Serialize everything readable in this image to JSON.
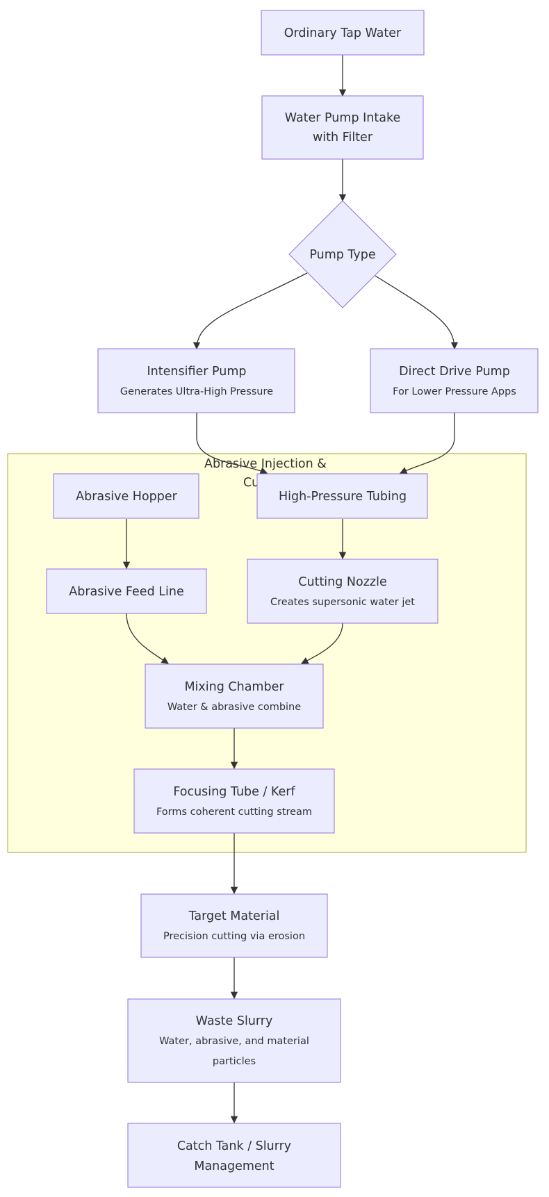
{
  "colors": {
    "node_fill": "#ececff",
    "node_stroke": "#9370db",
    "cluster_fill": "#ffffde",
    "cluster_stroke": "#aaaa33",
    "edge": "#333333",
    "text": "#333333"
  },
  "cluster": {
    "title_line1": "Abrasive Injection &",
    "title_line2": "Cutting"
  },
  "nodes": {
    "tap_water": {
      "title": "Ordinary Tap Water"
    },
    "pump_intake": {
      "title_line1": "Water Pump Intake",
      "title_line2": "with Filter"
    },
    "pump_type": {
      "title": "Pump Type"
    },
    "intensifier_pump": {
      "title": "Intensifier Pump",
      "subtitle": "Generates Ultra-High Pressure"
    },
    "direct_drive_pump": {
      "title": "Direct Drive Pump",
      "subtitle": "For Lower Pressure Apps"
    },
    "abrasive_hopper": {
      "title": "Abrasive Hopper"
    },
    "high_pressure_tubing": {
      "title": "High-Pressure Tubing"
    },
    "abrasive_feed_line": {
      "title": "Abrasive Feed Line"
    },
    "cutting_nozzle": {
      "title": "Cutting Nozzle",
      "subtitle": "Creates supersonic water jet"
    },
    "mixing_chamber": {
      "title": "Mixing Chamber",
      "subtitle": "Water & abrasive combine"
    },
    "focusing_tube": {
      "title": "Focusing Tube / Kerf",
      "subtitle": "Forms coherent cutting stream"
    },
    "target_material": {
      "title": "Target Material",
      "subtitle": "Precision cutting via erosion"
    },
    "waste_slurry": {
      "title": "Waste Slurry",
      "subtitle_line1": "Water, abrasive, and material",
      "subtitle_line2": "particles"
    },
    "catch_tank": {
      "title_line1": "Catch Tank / Slurry",
      "title_line2": "Management"
    }
  }
}
